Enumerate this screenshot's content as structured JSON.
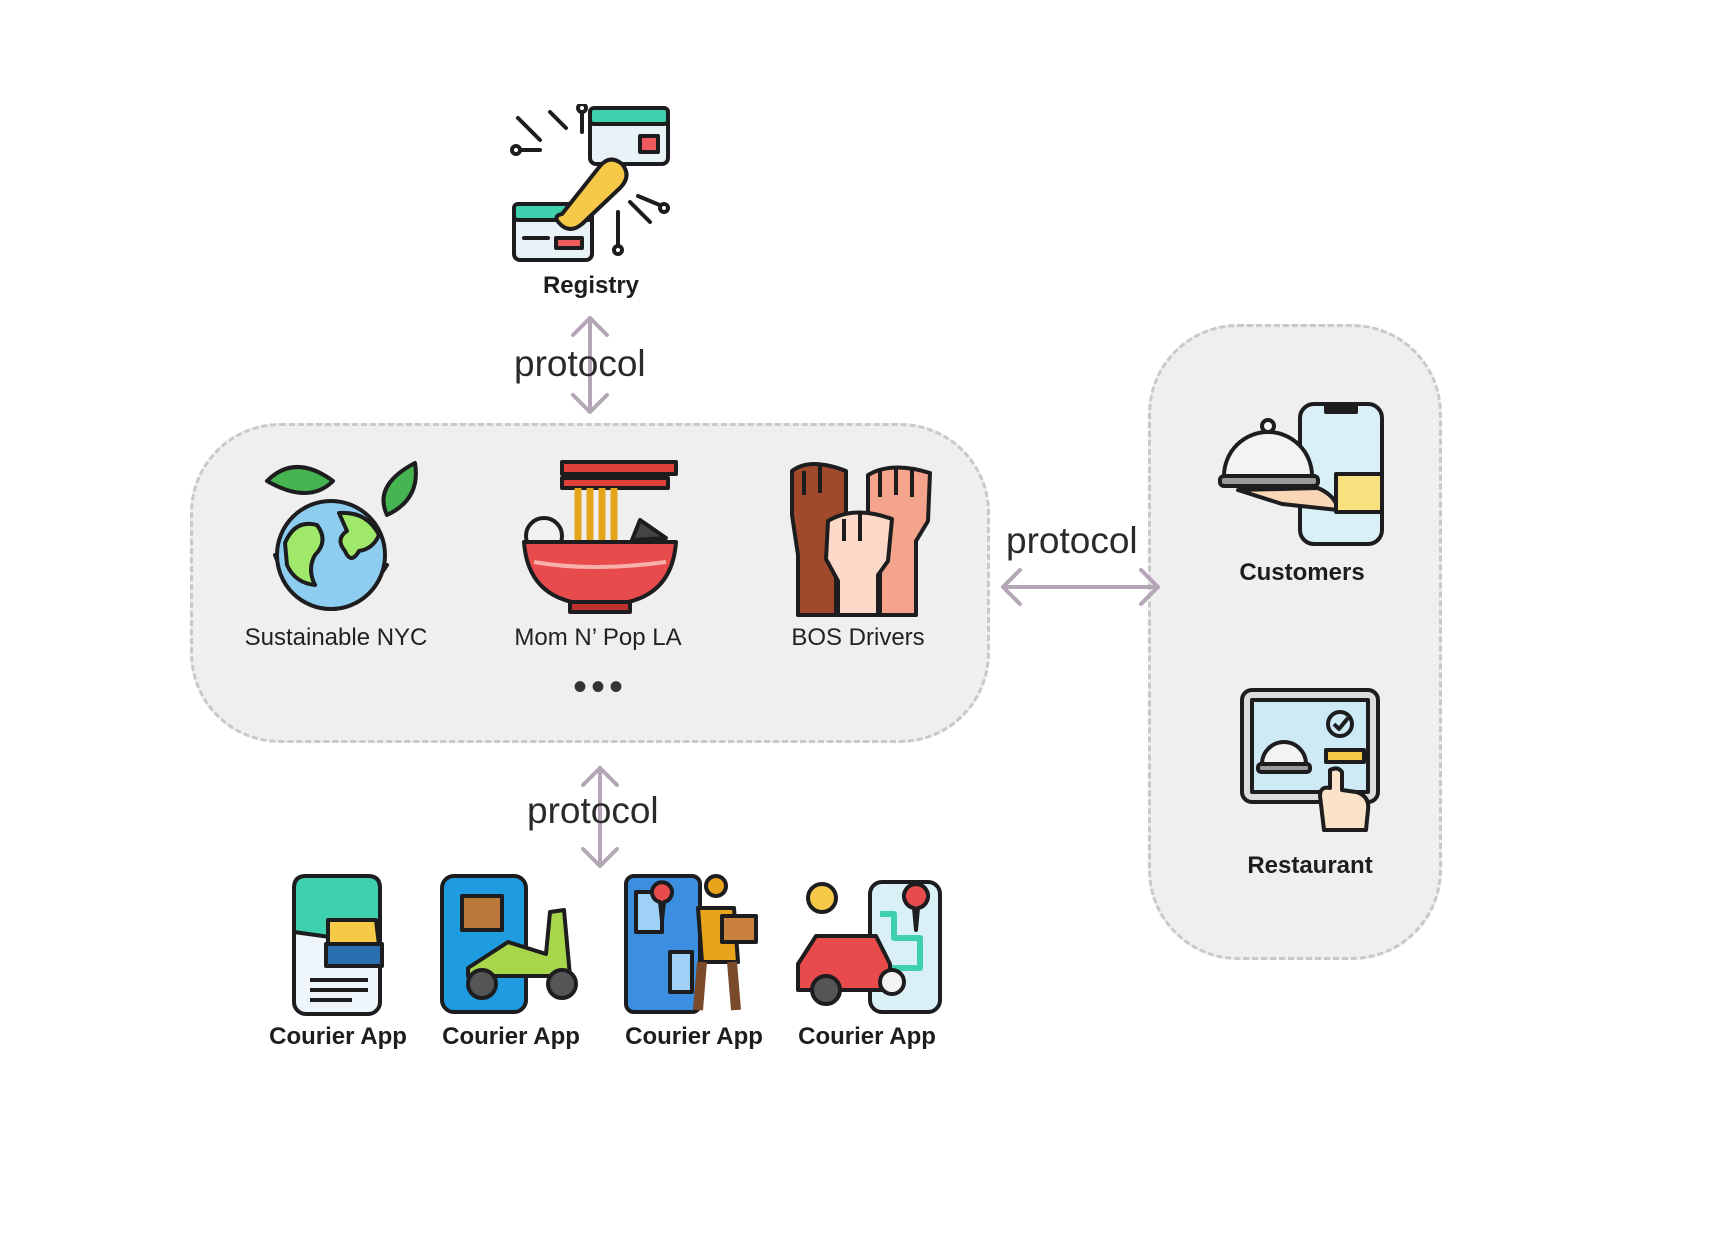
{
  "registry": {
    "label": "Registry"
  },
  "protocols": {
    "top": "protocol",
    "right": "protocol",
    "bottom": "protocol"
  },
  "organizations": [
    {
      "label": "Sustainable NYC",
      "icon": "globe-leaves-icon"
    },
    {
      "label": "Mom N’ Pop LA",
      "icon": "noodle-bowl-icon"
    },
    {
      "label": "BOS Drivers",
      "icon": "raised-fists-icon"
    }
  ],
  "organizations_more": "•••",
  "endpoints": [
    {
      "label": "Customers",
      "icon": "food-delivery-phone-icon"
    },
    {
      "label": "Restaurant",
      "icon": "restaurant-tablet-icon"
    }
  ],
  "courier_apps": [
    {
      "label": "Courier App",
      "icon": "taxi-phone-icon"
    },
    {
      "label": "Courier App",
      "icon": "scooter-phone-icon"
    },
    {
      "label": "Courier App",
      "icon": "map-courier-icon"
    },
    {
      "label": "Courier App",
      "icon": "car-map-phone-icon"
    }
  ],
  "colors": {
    "arrow": "#b4a6b6",
    "group_fill": "#efefef",
    "group_border": "#c9c9c9"
  }
}
